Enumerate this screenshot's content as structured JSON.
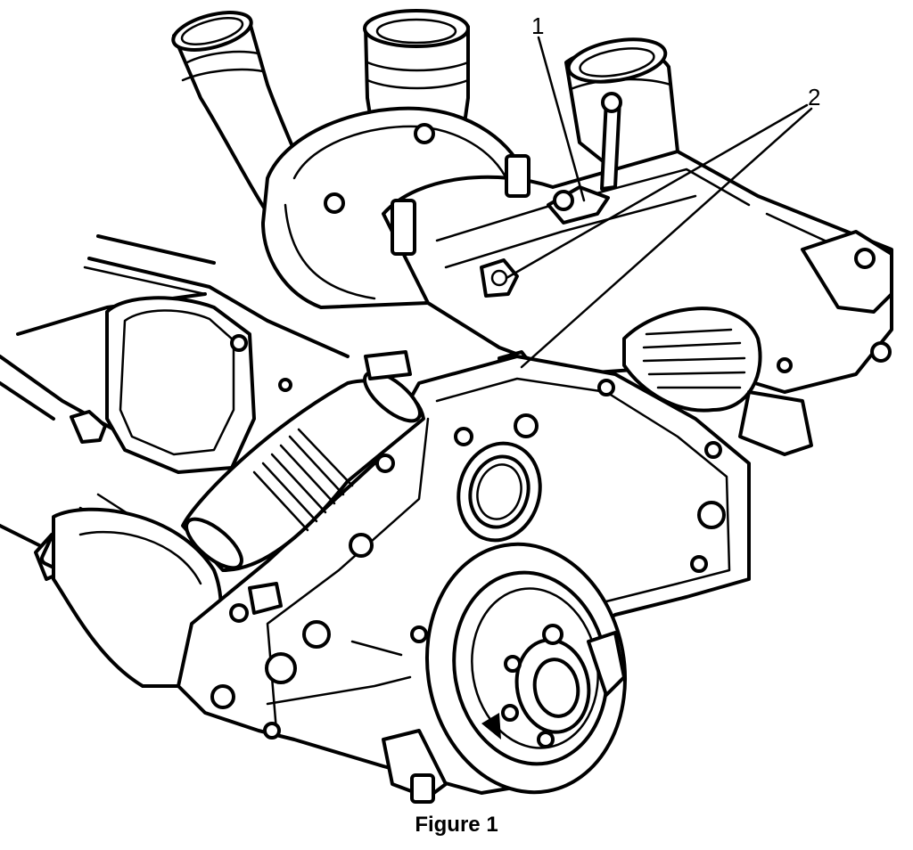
{
  "figure": {
    "caption": "Figure 1",
    "callouts": [
      {
        "id": "1",
        "label": "1"
      },
      {
        "id": "2",
        "label": "2"
      }
    ]
  }
}
